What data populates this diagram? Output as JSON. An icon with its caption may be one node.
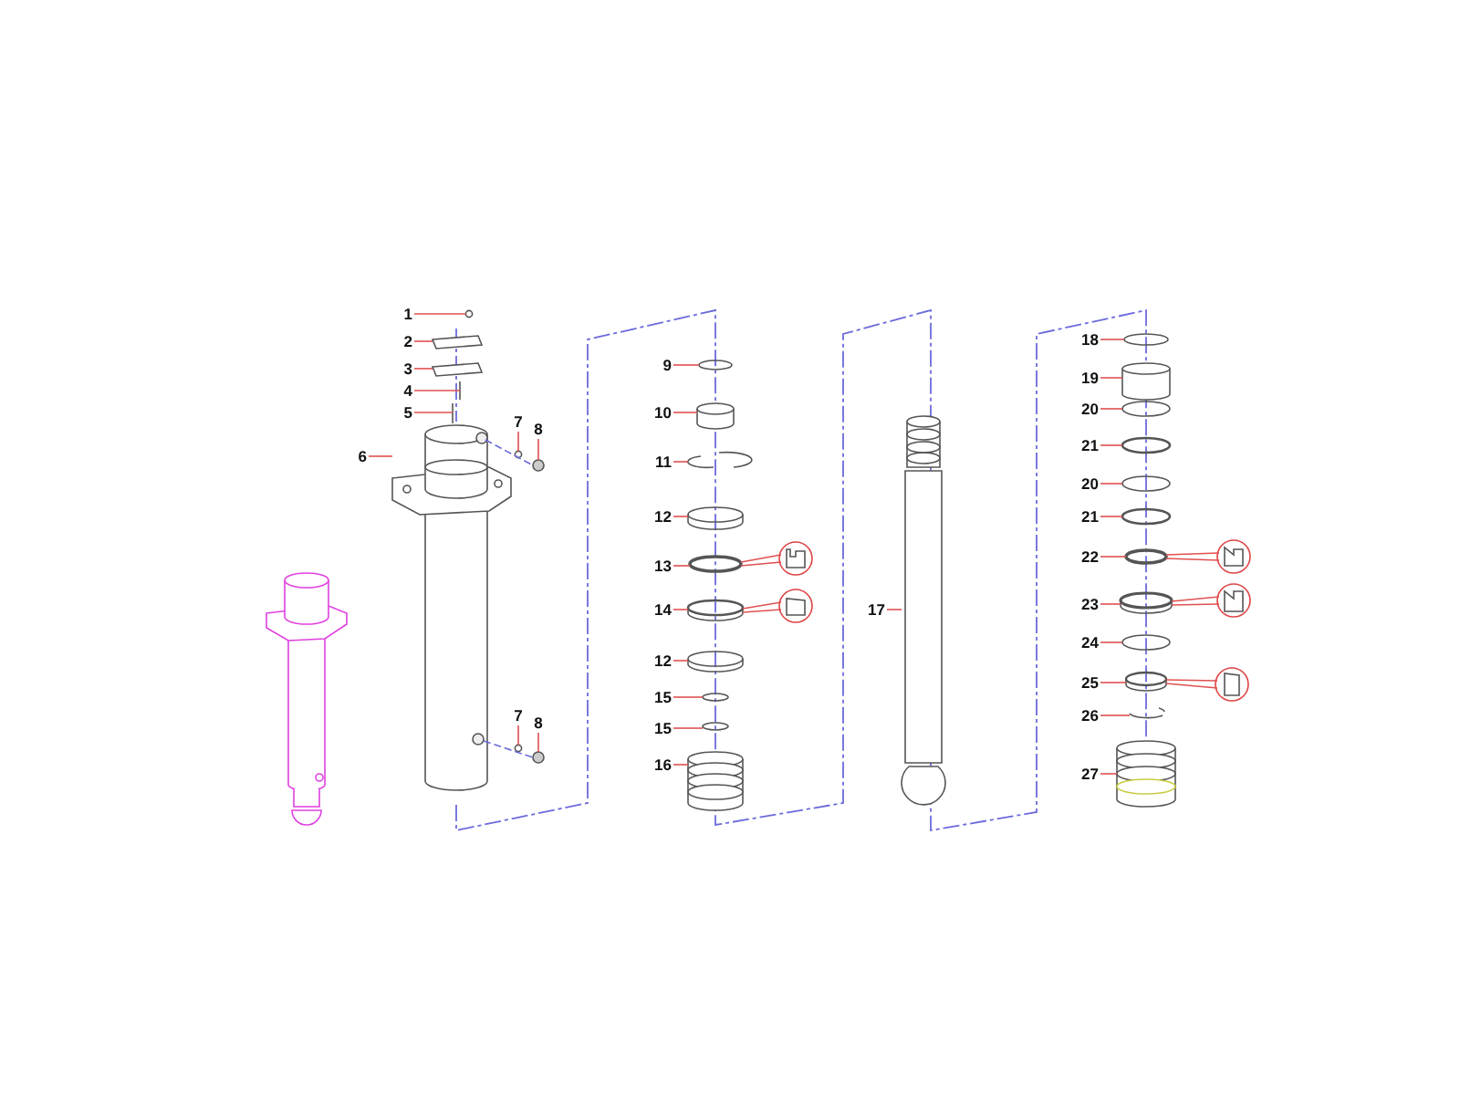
{
  "diagram": {
    "nodes": [
      {
        "text": [
          "1"
        ]
      },
      {
        "text": [
          "2"
        ]
      },
      {
        "text": [
          "3"
        ]
      },
      {
        "text": [
          "4"
        ]
      },
      {
        "text": [
          "5"
        ]
      },
      {
        "text": [
          "6"
        ]
      },
      {
        "text": [
          "7"
        ]
      },
      {
        "text": [
          "8"
        ]
      },
      {
        "text": [
          "7"
        ]
      },
      {
        "text": [
          "8"
        ]
      },
      {
        "text": [
          "9"
        ]
      },
      {
        "text": [
          "10"
        ]
      },
      {
        "text": [
          "11"
        ]
      },
      {
        "text": [
          "12"
        ]
      },
      {
        "text": [
          "13"
        ]
      },
      {
        "text": [
          "14"
        ]
      },
      {
        "text": [
          "12"
        ]
      },
      {
        "text": [
          "15"
        ]
      },
      {
        "text": [
          "15"
        ]
      },
      {
        "text": [
          "16"
        ]
      },
      {
        "text": [
          "17"
        ]
      },
      {
        "text": [
          "18"
        ]
      },
      {
        "text": [
          "19"
        ]
      },
      {
        "text": [
          "20"
        ]
      },
      {
        "text": [
          "21"
        ]
      },
      {
        "text": [
          "20"
        ]
      },
      {
        "text": [
          "21"
        ]
      },
      {
        "text": [
          "22"
        ]
      },
      {
        "text": [
          "23"
        ]
      },
      {
        "text": [
          "24"
        ]
      },
      {
        "text": [
          "25"
        ]
      },
      {
        "text": [
          "26"
        ]
      },
      {
        "text": [
          "27"
        ]
      },
      {
        "text": [],
        "shape": "circle"
      },
      {
        "text": [],
        "shape": "bar"
      },
      {
        "text": [],
        "shape": "bar"
      },
      {
        "text": [],
        "shape": "bar"
      },
      {
        "text": [],
        "shape": "bar"
      },
      {
        "text": [],
        "shape": "cylinder"
      },
      {
        "text": [],
        "shape": "circle"
      },
      {
        "text": [],
        "shape": "circle"
      },
      {
        "text": [],
        "shape": "circle"
      },
      {
        "text": [],
        "shape": "circle"
      },
      {
        "text": [],
        "shape": "circle"
      },
      {
        "text": [],
        "shape": "cylinder"
      },
      {
        "text": [],
        "shape": "circle"
      },
      {
        "text": [],
        "shape": "circle"
      },
      {
        "text": [],
        "shape": "circle"
      },
      {
        "text": [],
        "shape": "circle"
      },
      {
        "text": [],
        "shape": "circle"
      },
      {
        "text": [],
        "shape": "circle"
      },
      {
        "text": [],
        "shape": "circle"
      },
      {
        "text": [],
        "shape": "cylinder"
      },
      {
        "text": [],
        "shape": "cylinder"
      },
      {
        "text": [],
        "shape": "circle"
      },
      {
        "text": [],
        "shape": "cylinder"
      },
      {
        "text": [],
        "shape": "circle"
      },
      {
        "text": [],
        "shape": "circle"
      },
      {
        "text": [],
        "shape": "circle"
      },
      {
        "text": [],
        "shape": "circle"
      },
      {
        "text": [],
        "shape": "circle"
      },
      {
        "text": [],
        "shape": "circle"
      },
      {
        "text": [],
        "shape": "circle"
      },
      {
        "text": [],
        "shape": "circle"
      },
      {
        "text": [],
        "shape": "circle"
      },
      {
        "text": [],
        "shape": "cylinder"
      },
      {
        "text": [],
        "shape": "circle"
      },
      {
        "text": [],
        "shape": "circle"
      },
      {
        "text": [],
        "shape": "circle"
      },
      {
        "text": [],
        "shape": "circle"
      },
      {
        "text": [],
        "shape": "circle"
      }
    ],
    "edges": [
      {
        "from": 0,
        "to": 33,
        "arrow": "none"
      },
      {
        "from": 1,
        "to": 34,
        "arrow": "none"
      },
      {
        "from": 2,
        "to": 35,
        "arrow": "none"
      },
      {
        "from": 3,
        "to": 36,
        "arrow": "none"
      },
      {
        "from": 4,
        "to": 37,
        "arrow": "none"
      },
      {
        "from": 5,
        "to": 38,
        "arrow": "none"
      },
      {
        "from": 6,
        "to": 39,
        "arrow": "none"
      },
      {
        "from": 7,
        "to": 40,
        "arrow": "none"
      },
      {
        "from": 8,
        "to": 41,
        "arrow": "none"
      },
      {
        "from": 9,
        "to": 42,
        "arrow": "none"
      },
      {
        "from": 10,
        "to": 43,
        "arrow": "none"
      },
      {
        "from": 11,
        "to": 44,
        "arrow": "none"
      },
      {
        "from": 12,
        "to": 45,
        "arrow": "none"
      },
      {
        "from": 13,
        "to": 46,
        "arrow": "none"
      },
      {
        "from": 14,
        "to": 47,
        "arrow": "none"
      },
      {
        "from": 15,
        "to": 48,
        "arrow": "none"
      },
      {
        "from": 16,
        "to": 49,
        "arrow": "none"
      },
      {
        "from": 17,
        "to": 50,
        "arrow": "none"
      },
      {
        "from": 18,
        "to": 51,
        "arrow": "none"
      },
      {
        "from": 19,
        "to": 52,
        "arrow": "none"
      },
      {
        "from": 20,
        "to": 53,
        "arrow": "none"
      },
      {
        "from": 21,
        "to": 54,
        "arrow": "none"
      },
      {
        "from": 22,
        "to": 55,
        "arrow": "none"
      },
      {
        "from": 23,
        "to": 56,
        "arrow": "none"
      },
      {
        "from": 24,
        "to": 57,
        "arrow": "none"
      },
      {
        "from": 25,
        "to": 58,
        "arrow": "none"
      },
      {
        "from": 26,
        "to": 59,
        "arrow": "none"
      },
      {
        "from": 27,
        "to": 60,
        "arrow": "none"
      },
      {
        "from": 28,
        "to": 61,
        "arrow": "none"
      },
      {
        "from": 29,
        "to": 62,
        "arrow": "none"
      },
      {
        "from": 30,
        "to": 63,
        "arrow": "none"
      },
      {
        "from": 31,
        "to": 64,
        "arrow": "none"
      },
      {
        "from": 32,
        "to": 65,
        "arrow": "none"
      },
      {
        "from": 47,
        "to": 66,
        "arrow": "none"
      },
      {
        "from": 48,
        "to": 67,
        "arrow": "none"
      },
      {
        "from": 60,
        "to": 68,
        "arrow": "none"
      },
      {
        "from": 61,
        "to": 69,
        "arrow": "none"
      },
      {
        "from": 63,
        "to": 70,
        "arrow": "none"
      },
      {
        "from": 38,
        "to": 40,
        "arrow": "none",
        "style": "dashed",
        "color": "#6b6bdc"
      },
      {
        "from": 38,
        "to": 42,
        "arrow": "none",
        "style": "dashed",
        "color": "#6b6bdc"
      }
    ]
  }
}
